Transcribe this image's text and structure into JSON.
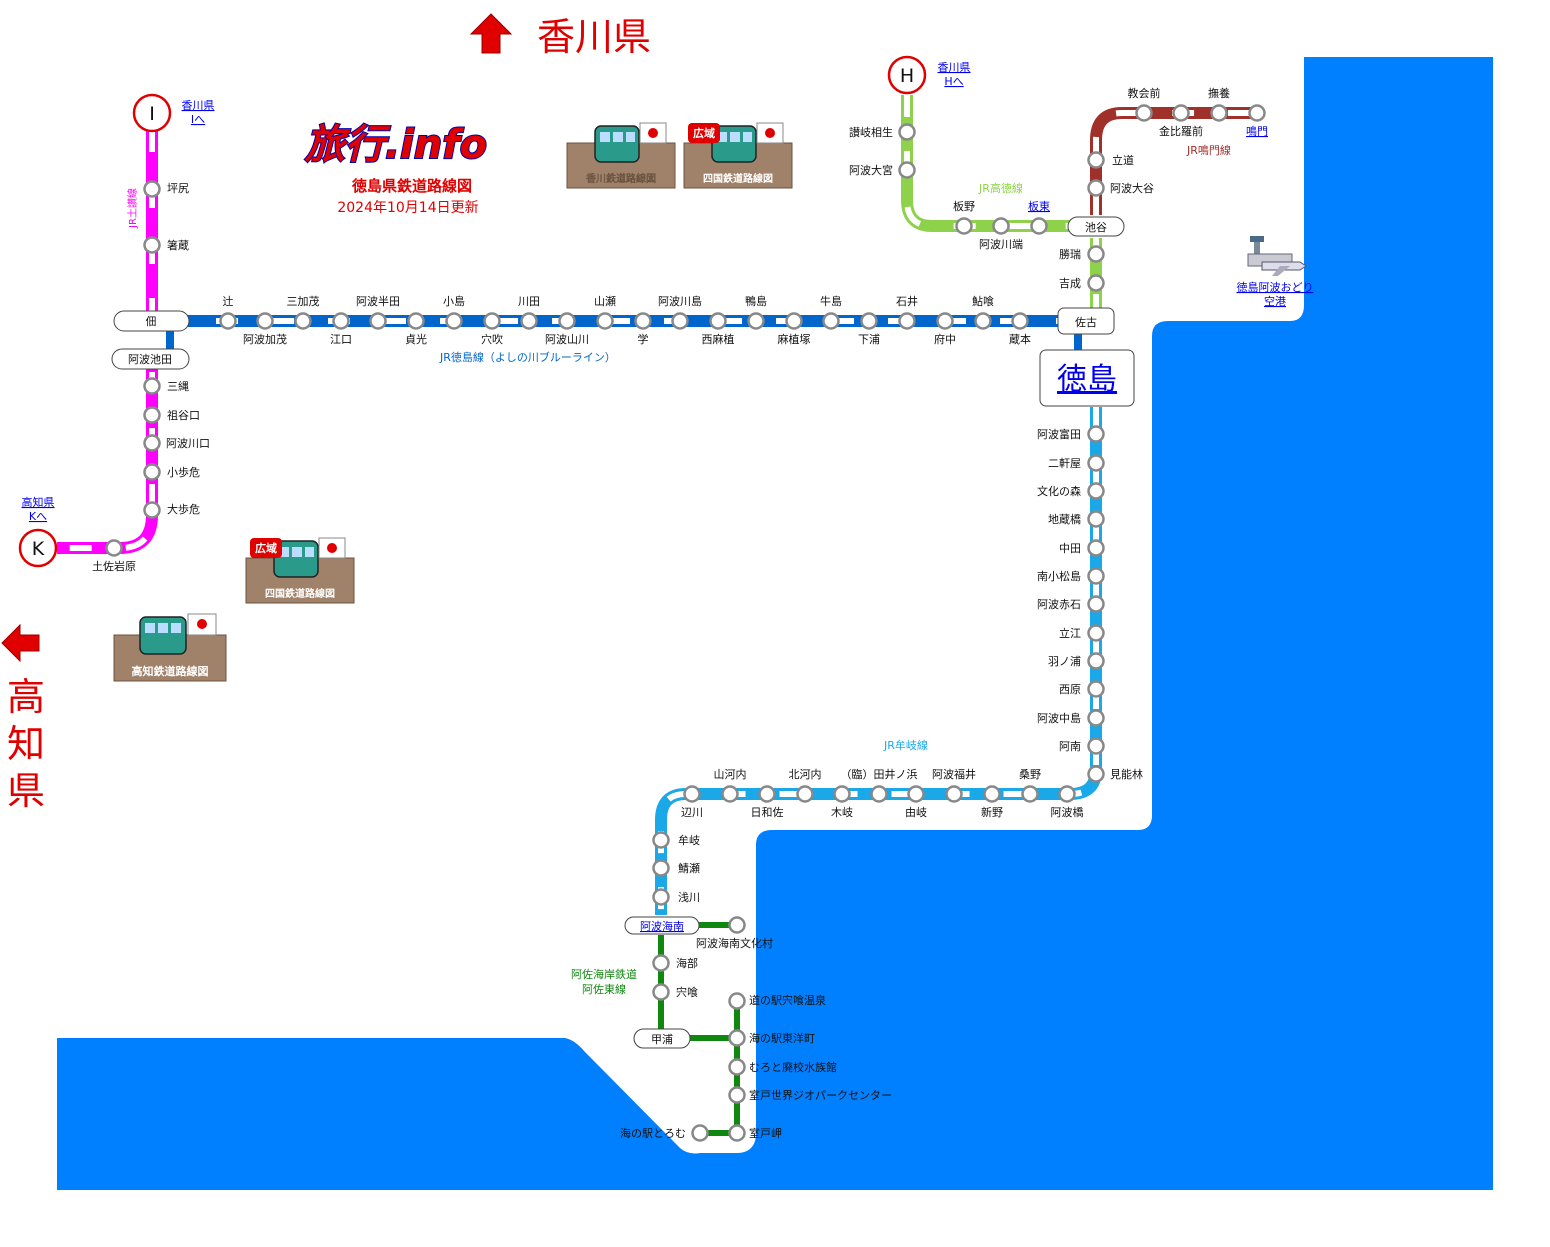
{
  "header": {
    "kagawa_label": "香川県",
    "kochi_label": "高知県",
    "logo": "旅行.info",
    "subtitle": "徳島県鉄道路線図",
    "updated": "2024年10月14日更新"
  },
  "signboards": {
    "kagawa": "香川鉄道路線図",
    "shikoku_1": "四国鉄道路線図",
    "shikoku_2": "四国鉄道路線図",
    "kochi": "高知鉄道路線図",
    "wide_badge": "広域"
  },
  "lines": {
    "dosan": {
      "name": "JR土讃線",
      "color": "#ff00ff"
    },
    "tokushima": {
      "name": "JR徳島線（よしの川ブルーライン）",
      "color": "#0066cc"
    },
    "kotoku": {
      "name": "JR高徳線",
      "color": "#8ed14a"
    },
    "naruto": {
      "name": "JR鳴門線",
      "color": "#a0302a"
    },
    "mugi": {
      "name": "JR牟岐線",
      "color": "#1aa8e8"
    },
    "asa": {
      "name_1": "阿佐海岸鉄道",
      "name_2": "阿佐東線",
      "color": "#108810"
    }
  },
  "terminals": {
    "I": {
      "letter": "I",
      "link_1": "香川県",
      "link_2": "Iへ"
    },
    "H": {
      "letter": "H",
      "link_1": "香川県",
      "link_2": "Hへ"
    },
    "K": {
      "letter": "K",
      "link_1": "高知県",
      "link_2": "Kへ"
    }
  },
  "hubs": {
    "tokushima": "徳島",
    "sako": "佐古",
    "ikenotani": "池谷",
    "tsukuda": "佃",
    "awaikeda": "阿波池田",
    "kainan": "阿波海南",
    "kannoura": "甲浦"
  },
  "stations": {
    "dosan": [
      "坪尻",
      "箸蔵",
      "三縄",
      "祖谷口",
      "阿波川口",
      "小歩危",
      "大歩危",
      "土佐岩原"
    ],
    "tokushima": [
      "辻",
      "阿波加茂",
      "三加茂",
      "江口",
      "阿波半田",
      "貞光",
      "小島",
      "穴吹",
      "川田",
      "阿波山川",
      "山瀬",
      "学",
      "阿波川島",
      "西麻植",
      "鴨島",
      "麻植塚",
      "牛島",
      "下浦",
      "石井",
      "府中",
      "鮎喰",
      "蔵本"
    ],
    "kotoku": [
      "讃岐相生",
      "阿波大宮",
      "板野",
      "阿波川端",
      "板東",
      "勝瑞",
      "吉成"
    ],
    "naruto": [
      "立道",
      "阿波大谷",
      "教会前",
      "金比羅前",
      "撫養",
      "鳴門"
    ],
    "mugi": [
      "阿波富田",
      "二軒屋",
      "文化の森",
      "地蔵橋",
      "中田",
      "南小松島",
      "阿波赤石",
      "立江",
      "羽ノ浦",
      "西原",
      "阿波中島",
      "阿南",
      "見能林",
      "阿波橋",
      "桑野",
      "新野",
      "阿波福井",
      "由岐",
      "（臨）田井ノ浜",
      "木岐",
      "北河内",
      "日和佐",
      "山河内",
      "辺川",
      "牟岐",
      "鯖瀬",
      "浅川"
    ],
    "asa": [
      "阿波海南文化村",
      "海部",
      "宍喰",
      "道の駅宍喰温泉",
      "海の駅東洋町",
      "むろと廃校水族館",
      "室戸世界ジオパークセンター",
      "室戸岬",
      "海の駅とろむ"
    ]
  },
  "airport": {
    "name_1": "徳島阿波おどり",
    "name_2": "空港"
  },
  "colors": {
    "sea": "#0080ff",
    "red": "#e00000",
    "board": "#a0826a"
  }
}
